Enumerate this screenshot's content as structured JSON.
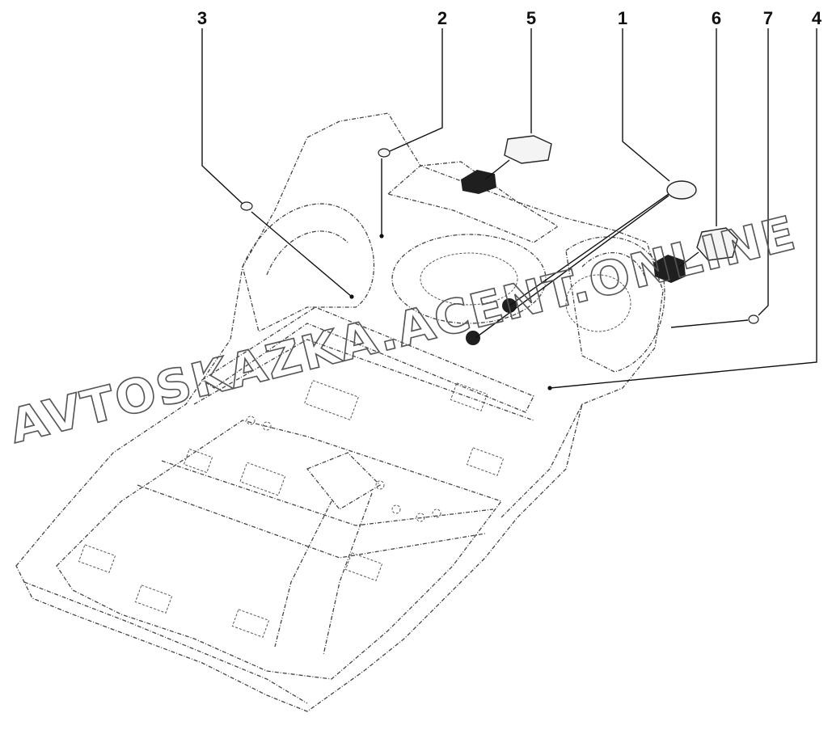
{
  "diagram": {
    "callouts": [
      {
        "id": "1",
        "label": "1"
      },
      {
        "id": "2",
        "label": "2"
      },
      {
        "id": "3",
        "label": "3"
      },
      {
        "id": "4",
        "label": "4"
      },
      {
        "id": "5",
        "label": "5"
      },
      {
        "id": "6",
        "label": "6"
      },
      {
        "id": "7",
        "label": "7"
      }
    ],
    "watermark": "AVTOSKAZKA.ACENT.ONLINE"
  }
}
